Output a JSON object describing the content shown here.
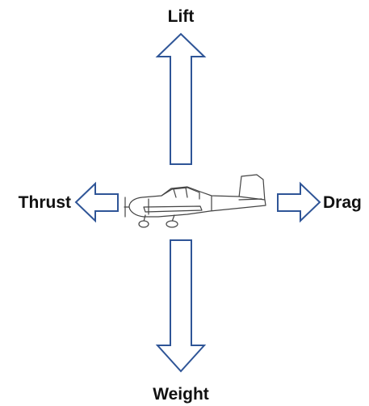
{
  "labels": {
    "lift": "Lift",
    "thrust": "Thrust",
    "drag": "Drag",
    "weight": "Weight"
  },
  "colors": {
    "arrow_outline": "#2f5597",
    "arrow_fill": "#ffffff",
    "text": "#111111",
    "aircraft_line": "#444444"
  },
  "icons": {
    "aircraft": "airplane-icon"
  }
}
